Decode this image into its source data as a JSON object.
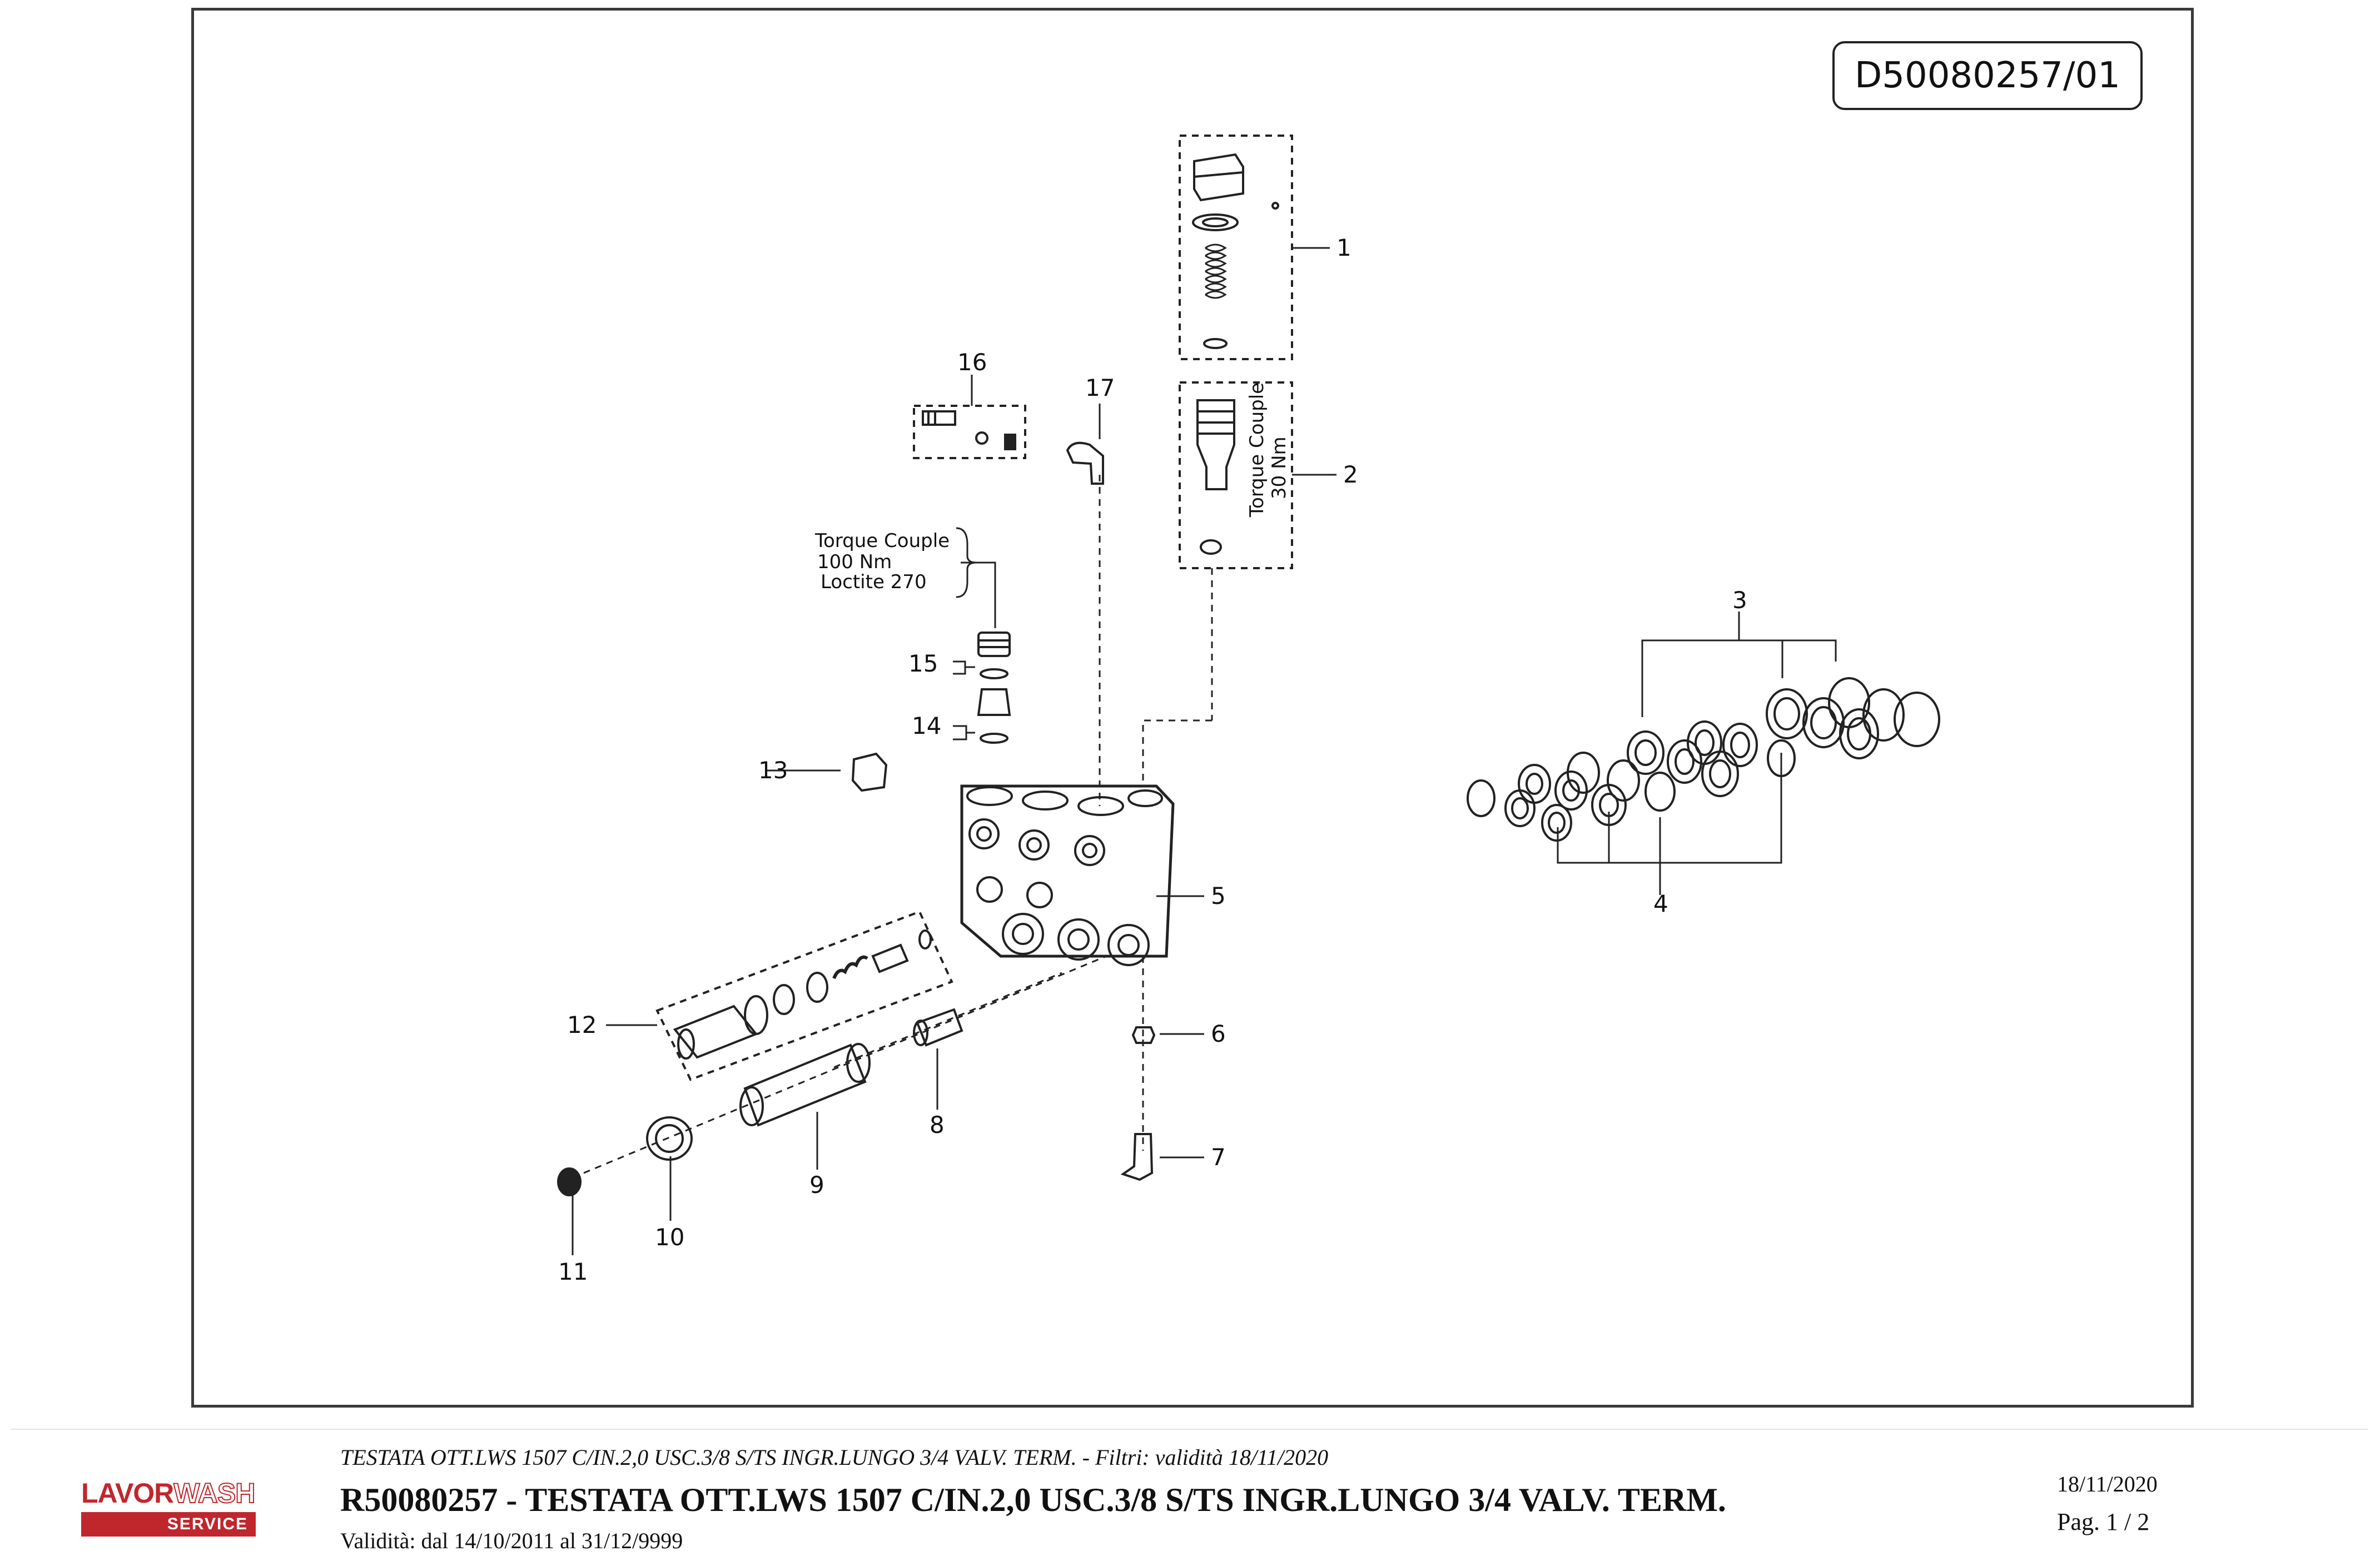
{
  "document_code": "D50080257/01",
  "callouts": [
    "1",
    "2",
    "3",
    "4",
    "5",
    "6",
    "7",
    "8",
    "9",
    "10",
    "11",
    "12",
    "13",
    "14",
    "15",
    "16",
    "17"
  ],
  "annotations": {
    "torque_100": [
      "Torque Couple",
      "100 Nm",
      "Loctite 270"
    ],
    "torque_30": [
      "Torque Couple",
      "30 Nm"
    ]
  },
  "logo": {
    "brand": "LAVOR",
    "brand2": "WASH",
    "tag": "SERVICE"
  },
  "footer": {
    "subtitle": "TESTATA OTT.LWS 1507 C/IN.2,0 USC.3/8 S/TS INGR.LUNGO 3/4 VALV. TERM. - Filtri: validità 18/11/2020",
    "title": "R50080257 - TESTATA OTT.LWS 1507 C/IN.2,0 USC.3/8 S/TS INGR.LUNGO 3/4 VALV. TERM.",
    "validity": "Validità: dal 14/10/2011 al 31/12/9999",
    "date": "18/11/2020",
    "page": "Pag. 1 / 2"
  },
  "colors": {
    "line": "#222222",
    "logo_red": "#c0272d"
  }
}
